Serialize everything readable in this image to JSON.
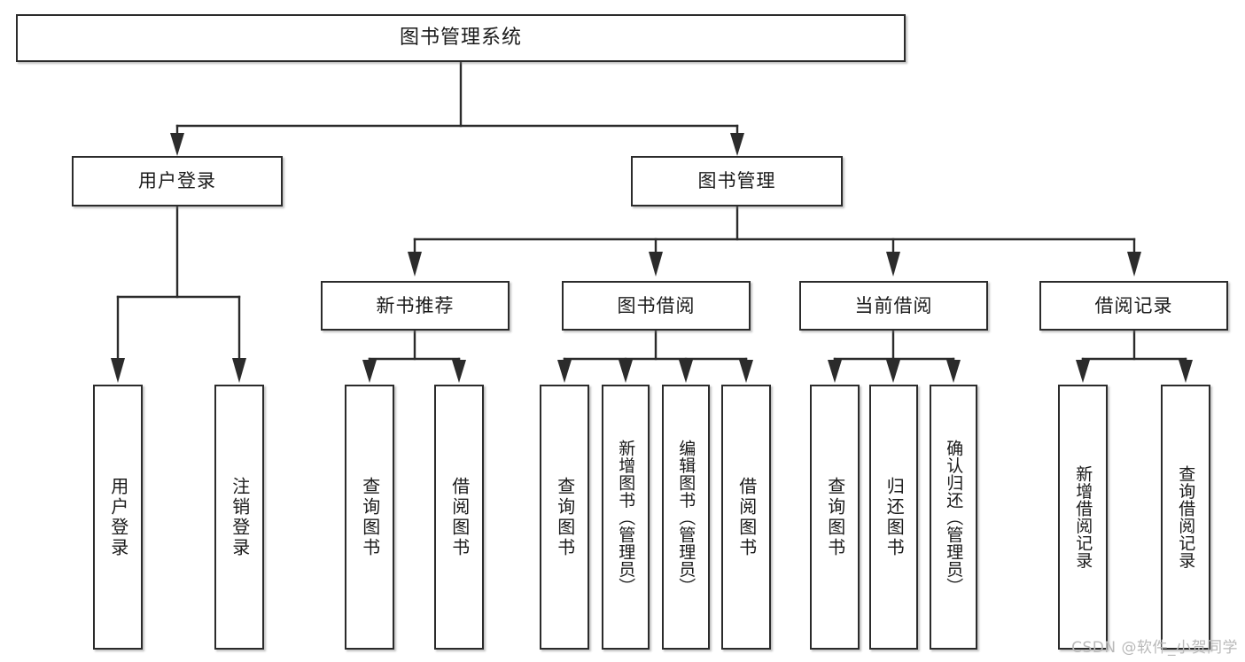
{
  "diagram": {
    "kind": "functional-structure-tree",
    "watermark": "CSDN @软件_小贺同学",
    "colors": {
      "stroke": "#2b2b2b",
      "fill": "#ffffff",
      "text": "#1a1a1a",
      "background": "#ffffff",
      "watermark": "#b9b9b9"
    },
    "root": {
      "label": "图书管理系统"
    },
    "level2": [
      {
        "label": "用户登录"
      },
      {
        "label": "图书管理"
      }
    ],
    "level3": [
      {
        "label": "新书推荐"
      },
      {
        "label": "图书借阅"
      },
      {
        "label": "当前借阅"
      },
      {
        "label": "借阅记录"
      }
    ],
    "leaves": {
      "user_login": [
        {
          "label": "用户登录"
        },
        {
          "label": "注销登录"
        }
      ],
      "new_book_recommend": [
        {
          "label": "查询图书"
        },
        {
          "label": "借阅图书"
        }
      ],
      "book_borrow": [
        {
          "label": "查询图书"
        },
        {
          "label": "新增图书（管理员）"
        },
        {
          "label": "编辑图书（管理员）"
        },
        {
          "label": "借阅图书"
        }
      ],
      "current_borrow": [
        {
          "label": "查询图书"
        },
        {
          "label": "归还图书"
        },
        {
          "label": "确认归还（管理员）"
        }
      ],
      "borrow_records": [
        {
          "label": "新增借阅记录"
        },
        {
          "label": "查询借阅记录"
        }
      ]
    }
  }
}
